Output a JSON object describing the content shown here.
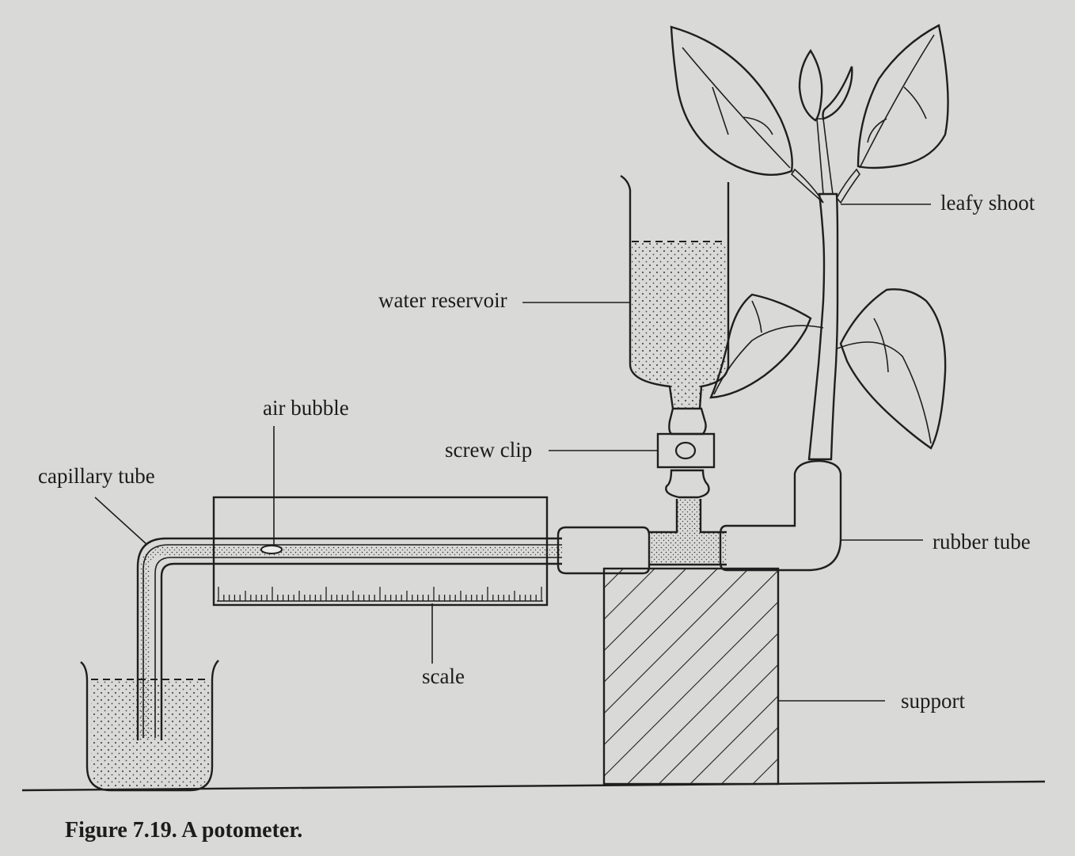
{
  "figure": {
    "caption": "Figure 7.19. A potometer.",
    "labels": {
      "leafy_shoot": "leafy shoot",
      "water_reservoir": "water reservoir",
      "air_bubble": "air bubble",
      "screw_clip": "screw clip",
      "capillary_tube": "capillary tube",
      "rubber_tube": "rubber tube",
      "scale": "scale",
      "support": "support"
    }
  },
  "colors": {
    "paper": "#d9d9d7",
    "ink": "#1f1f1f",
    "leaf": "#7c7c7a"
  }
}
